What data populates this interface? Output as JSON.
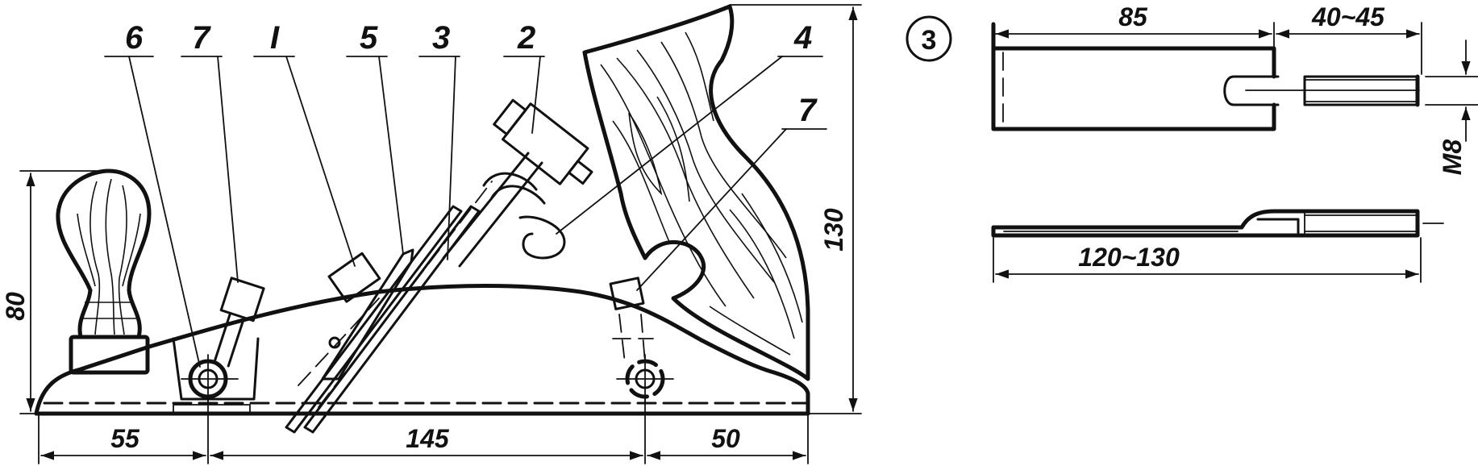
{
  "figure_number": "3",
  "part_labels": {
    "p6": "6",
    "p7_left": "7",
    "p1": "I",
    "p5": "5",
    "p3": "3",
    "p2": "2",
    "p4": "4",
    "p7_right": "7"
  },
  "dimensions": {
    "plane_height_knob": "80",
    "plane_height_total": "130",
    "base_left": "55",
    "base_middle": "145",
    "base_right": "50",
    "bolt_body_length": "85",
    "bolt_thread_length": "40~45",
    "bolt_thread_size": "M8",
    "bolt_total_length": "120~130"
  }
}
